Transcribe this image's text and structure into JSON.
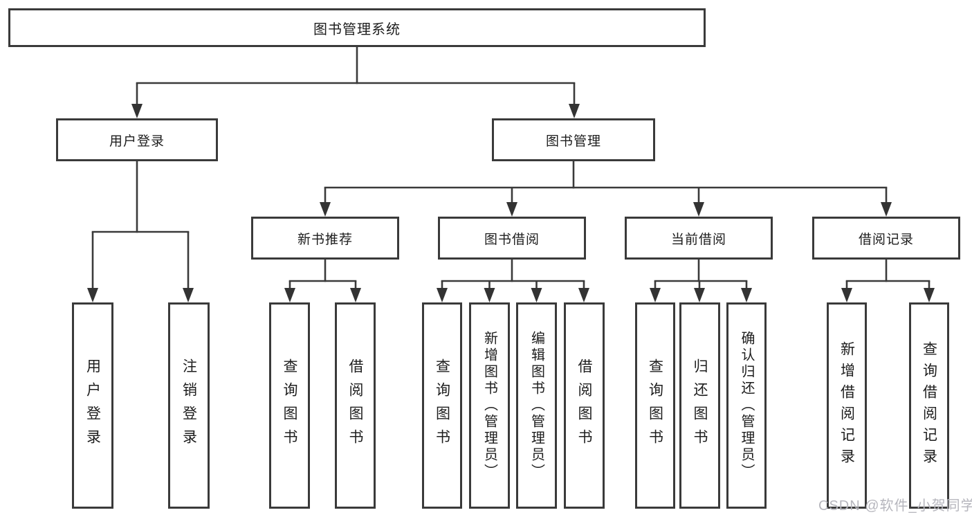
{
  "diagram": {
    "root": {
      "label": "图书管理系统"
    },
    "branches": {
      "user_login": {
        "label": "用户登录",
        "children": [
          {
            "label": "用户登录"
          },
          {
            "label": "注销登录"
          }
        ]
      },
      "book_management": {
        "label": "图书管理",
        "children": [
          {
            "label": "新书推荐",
            "children": [
              {
                "label": "查询图书"
              },
              {
                "label": "借阅图书"
              }
            ]
          },
          {
            "label": "图书借阅",
            "children": [
              {
                "label": "查询图书"
              },
              {
                "label": "新增图书（管理员）"
              },
              {
                "label": "编辑图书（管理员）"
              },
              {
                "label": "借阅图书"
              }
            ]
          },
          {
            "label": "当前借阅",
            "children": [
              {
                "label": "查询图书"
              },
              {
                "label": "归还图书"
              },
              {
                "label": "确认归还（管理员）"
              }
            ]
          },
          {
            "label": "借阅记录",
            "children": [
              {
                "label": "新增借阅记录"
              },
              {
                "label": "查询借阅记录"
              }
            ]
          }
        ]
      }
    },
    "watermark": "CSDN @软件_小贺同学",
    "colors": {
      "box_border": "#3a3a3a",
      "connector": "#3a3a3a",
      "text": "#1d1d1d",
      "watermark": "#b6b6bd",
      "background": "#ffffff"
    }
  }
}
